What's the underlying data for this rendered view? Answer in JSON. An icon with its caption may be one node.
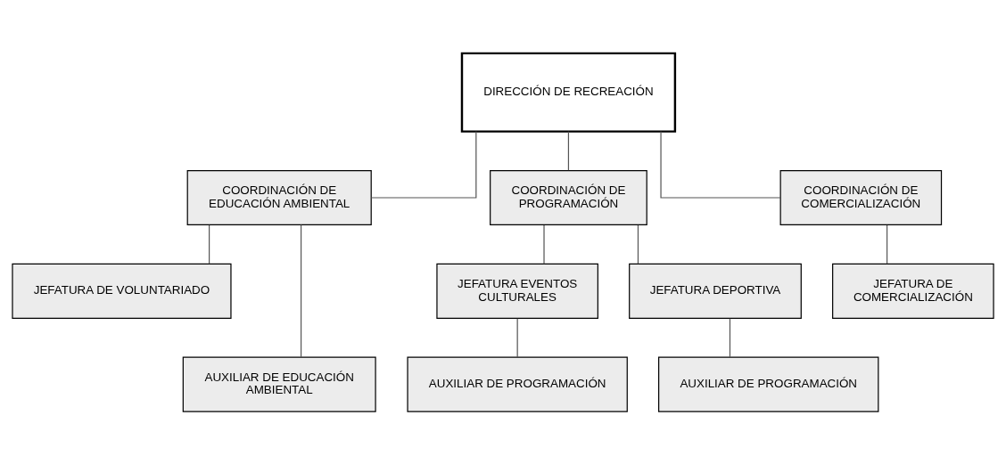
{
  "diagram": {
    "nodes": [
      {
        "text": [
          "DIRECCIÓN DE RECREACIÓN"
        ]
      },
      {
        "text": [
          "COORDINACIÓN DE EDUCACIÓN AMBIENTAL"
        ]
      },
      {
        "text": [
          "COORDINACIÓN DE PROGRAMACIÓN"
        ]
      },
      {
        "text": [
          "COORDINACIÓN DE COMERCIALIZACIÓN"
        ]
      },
      {
        "text": [
          "JEFATURA DE VOLUNTARIADO"
        ]
      },
      {
        "text": [
          "AUXILIAR DE EDUCACIÓN AMBIENTAL"
        ]
      },
      {
        "text": [
          "JEFATURA EVENTOS CULTURALES"
        ]
      },
      {
        "text": [
          "JEFATURA DEPORTIVA"
        ]
      },
      {
        "text": [
          "AUXILIAR DE PROGRAMACIÓN"
        ]
      },
      {
        "text": [
          "AUXILIAR DE PROGRAMACIÓN"
        ]
      },
      {
        "text": [
          "JEFATURA DE COMERCIALIZACIÓN"
        ]
      }
    ],
    "edges": [
      {
        "from": 0,
        "to": 1,
        "arrow": "none"
      },
      {
        "from": 0,
        "to": 2,
        "arrow": "none"
      },
      {
        "from": 0,
        "to": 3,
        "arrow": "none"
      },
      {
        "from": 1,
        "to": 4,
        "arrow": "none"
      },
      {
        "from": 1,
        "to": 5,
        "arrow": "none"
      },
      {
        "from": 2,
        "to": 6,
        "arrow": "none"
      },
      {
        "from": 2,
        "to": 7,
        "arrow": "none"
      },
      {
        "from": 6,
        "to": 8,
        "arrow": "none"
      },
      {
        "from": 7,
        "to": 9,
        "arrow": "none"
      },
      {
        "from": 3,
        "to": 10,
        "arrow": "none"
      }
    ]
  }
}
